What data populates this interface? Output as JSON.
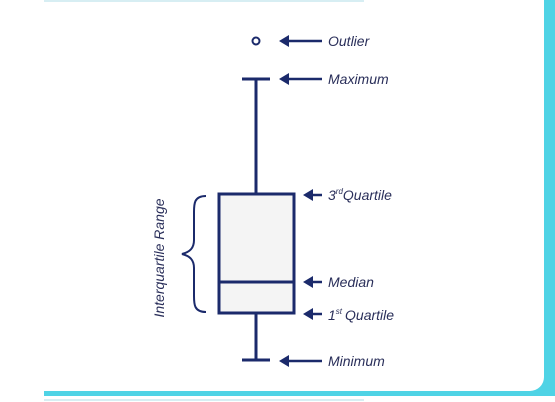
{
  "labels": {
    "outlier": "Outlier",
    "maximum": "Maximum",
    "q3_prefix": "3",
    "q3_sup": "rd",
    "q3_word": "Quartile",
    "median": "Median",
    "q1_prefix": "1",
    "q1_sup": "st",
    "q1_word": "Quartile",
    "minimum": "Minimum",
    "iqr": "Interquartile Range"
  },
  "colors": {
    "accent": "#4fd3e5",
    "stroke": "#1b2a6b",
    "box_fill": "#f4f4f4",
    "text": "#2a2f5a"
  }
}
